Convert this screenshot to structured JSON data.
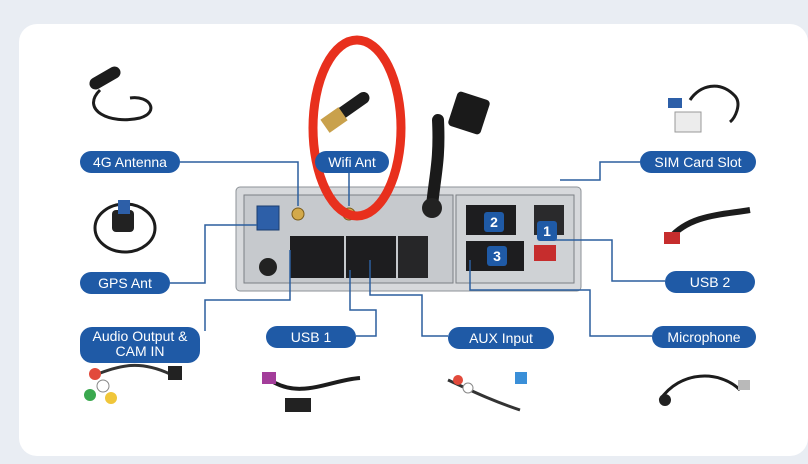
{
  "labels": {
    "antenna_4g": "4G Antenna",
    "wifi_ant": "Wifi Ant",
    "sim_card_slot": "SIM Card Slot",
    "gps_ant": "GPS Ant",
    "usb2": "USB 2",
    "audio_output": "Audio Output & CAM IN",
    "usb1": "USB 1",
    "aux_input": "AUX Input",
    "microphone": "Microphone"
  },
  "connector_numbers": [
    "2",
    "1",
    "3"
  ],
  "colors": {
    "label_bg": "#1f5aa6",
    "highlight_ring": "#e8301d",
    "line": "#2c5f9e"
  }
}
